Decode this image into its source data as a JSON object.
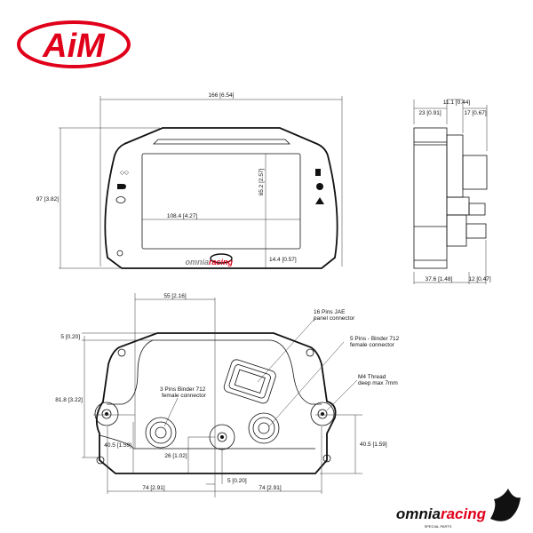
{
  "brand": {
    "logo_text": "AiM",
    "logo_color": "#e1001a"
  },
  "watermark": {
    "text_a": "omnia",
    "text_b": "racing"
  },
  "footer_logo": {
    "text_a": "omnia",
    "text_b": "racing",
    "tagline": "SPECIAL PARTS",
    "accent": "#e1001a"
  },
  "front_view": {
    "width_dim": "166 [6.54]",
    "height_dim": "97 [3.82]",
    "screen_height_dim": "65.2 [2.57]",
    "screen_width_dim": "108.4 [4.27]",
    "bottom_dim": "14.4 [0.57]"
  },
  "side_view": {
    "dim_top_mid": "11.1 [0.44]",
    "dim_top_left": "23 [0.91]",
    "dim_top_right": "17 [0.67]",
    "dim_bottom_left": "37.6 [1.48]",
    "dim_bottom_right": "12 [0.47]"
  },
  "back_view": {
    "dim_55": "55 [2.16]",
    "dim_5_top": "5 [0.20]",
    "dim_81": "81.8 [3.22]",
    "dim_40_left": "40.5 [1.59]",
    "dim_40_right": "40.5 [1.59]",
    "dim_26": "26 [1.02]",
    "dim_5_bottom": "5 [0.20]",
    "dim_74_left": "74 [2.91]",
    "dim_74_right": "74 [2.91]",
    "callout_jae_1": "16 Pins JAE",
    "callout_jae_2": "panel connector",
    "callout_5pin_1": "5 Pins - Binder 712",
    "callout_5pin_2": "female connector",
    "callout_m4_1": "M4 Thread",
    "callout_m4_2": "deep max 7mm",
    "callout_3pin_1": "3 Pins Binder 712",
    "callout_3pin_2": "female connector"
  }
}
